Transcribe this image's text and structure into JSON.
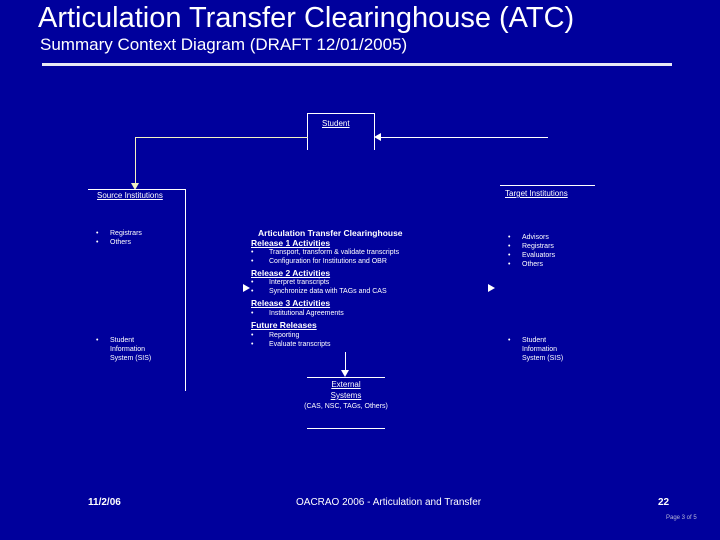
{
  "header": {
    "title": "Articulation Transfer Clearinghouse (ATC)",
    "subtitle": "Summary Context Diagram (DRAFT 12/01/2005)"
  },
  "diagram": {
    "student": {
      "label": "Student"
    },
    "source_institutions": {
      "label": "Source Institutions",
      "bullets": [
        "Registrars",
        "Others",
        "Student Information System (SIS)"
      ],
      "bullet_1": "Registrars",
      "bullet_2": "Others",
      "bullet_3_line1": "Student",
      "bullet_3_line2": "Information",
      "bullet_3_line3": "System (SIS)"
    },
    "target_institutions": {
      "label": "Target Institutions",
      "bullets": [
        "Advisors",
        "Registrars",
        "Evaluators",
        "Others",
        "Student Information System (SIS)"
      ],
      "bullet_1": "Advisors",
      "bullet_2": "Registrars",
      "bullet_3": "Evaluators",
      "bullet_4": "Others",
      "bullet_5_line1": "Student",
      "bullet_5_line2": "Information",
      "bullet_5_line3": "System (SIS)"
    },
    "clearinghouse": {
      "title": "Articulation Transfer Clearinghouse",
      "sections": [
        {
          "heading": "Release 1 Activities",
          "items": [
            "Transport, transform & validate transcripts",
            "Configuration for Institutions and OBR"
          ]
        },
        {
          "heading": "Release 2 Activities",
          "items": [
            "Interpret transcripts",
            "Synchronize data with TAGs and CAS"
          ]
        },
        {
          "heading": "Release 3 Activities",
          "items": [
            "Institutional Agreements"
          ]
        },
        {
          "heading": "Future Releases",
          "items": [
            "Reporting",
            "Evaluate transcripts"
          ]
        }
      ],
      "r1_head": "Release 1 Activities",
      "r1_i1": "Transport, transform & validate transcripts",
      "r1_i2": "Configuration for Institutions and OBR",
      "r2_head": "Release 2 Activities",
      "r2_i1": "Interpret transcripts",
      "r2_i2": "Synchronize data with TAGs and CAS",
      "r3_head": "Release 3 Activities",
      "r3_i1": "Institutional Agreements",
      "fr_head": "Future Releases",
      "fr_i1": "Reporting",
      "fr_i2": "Evaluate transcripts"
    },
    "external_systems": {
      "line1": "External",
      "line2": "Systems",
      "line3": "(CAS, NSC, TAGs, Others)"
    },
    "bullet_glyph": "•"
  },
  "footer": {
    "date": "11/2/06",
    "center": "OACRAO 2006 - Articulation and Transfer",
    "number": "22",
    "page_indicator": "Page 3 of 5"
  },
  "colors": {
    "background": "#00009c",
    "text": "#ffffff",
    "rule": "#e8e8f4",
    "connector_gold": "#f2f2c0"
  }
}
